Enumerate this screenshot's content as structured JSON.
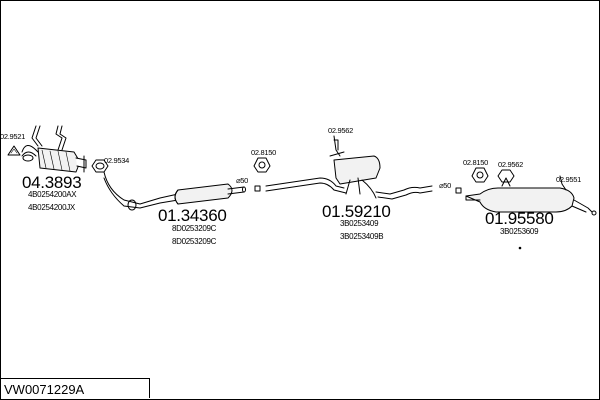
{
  "kit_code": "VW0071229A",
  "parts": [
    {
      "number": "04.3893",
      "refs": [
        "4B0254200AX",
        "4B0254200JX"
      ]
    },
    {
      "number": "01.34360",
      "refs": [
        "8D0253209C",
        "8D0253209C"
      ]
    },
    {
      "number": "01.59210",
      "refs": [
        "3B0253409",
        "3B0253409B"
      ]
    },
    {
      "number": "01.95580",
      "refs": [
        "3B0253609"
      ]
    }
  ],
  "fittings": {
    "f9521": "02.9521",
    "f9534": "02.9534",
    "f8150a": "02.8150",
    "f9562a": "02.9562",
    "f8150b": "02.8150",
    "f9562b": "02.9562",
    "f9551": "02.9551"
  },
  "diameter_labels": {
    "d1": "⌀50",
    "d2": "⌀50"
  }
}
